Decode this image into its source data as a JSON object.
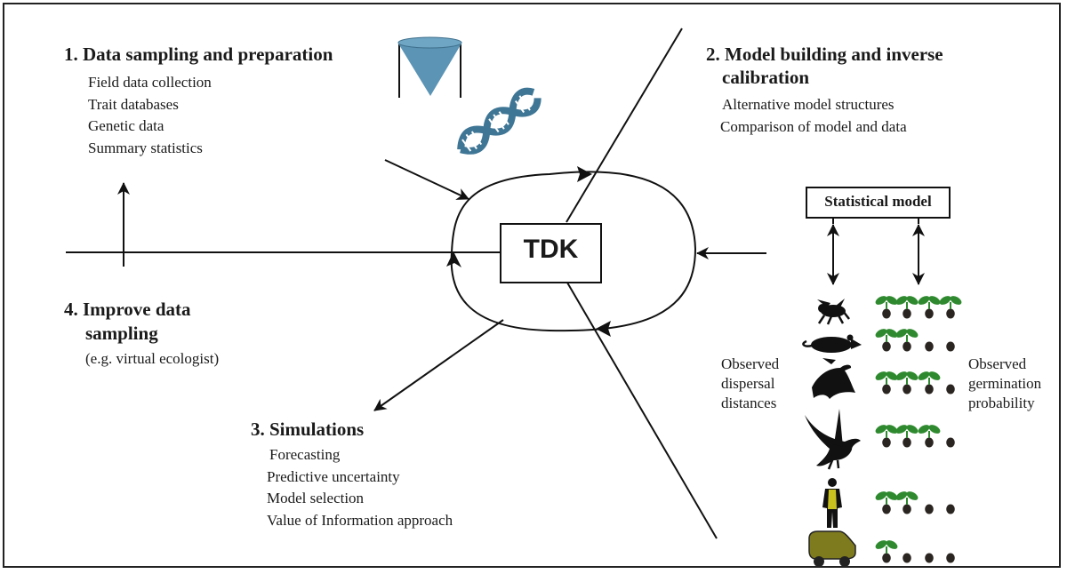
{
  "sections": {
    "s1": {
      "title": "1. Data sampling and preparation",
      "items": [
        "Field data collection",
        "Trait databases",
        "Genetic data",
        "Summary statistics"
      ]
    },
    "s2": {
      "title_lines": [
        "2. Model building and inverse",
        "calibration"
      ],
      "items": [
        "Alternative model structures",
        "Comparison of model and data"
      ]
    },
    "s3": {
      "title": "3. Simulations",
      "items": [
        "Forecasting",
        "Predictive uncertainty",
        "Model selection",
        "Value of Information approach"
      ]
    },
    "s4": {
      "title_lines": [
        "4. Improve data",
        "sampling"
      ],
      "items": [
        "(e.g. virtual ecologist)"
      ]
    }
  },
  "center": {
    "label": "TDK"
  },
  "statistical_model": {
    "label": "Statistical model"
  },
  "left_label": [
    "Observed",
    "dispersal",
    "distances"
  ],
  "right_label": [
    "Observed",
    "germination",
    "probability"
  ],
  "dispersers": [
    {
      "icon": "insect-icon",
      "germinated": 4
    },
    {
      "icon": "rodent-icon",
      "germinated": 2
    },
    {
      "icon": "bird-icon",
      "germinated": 3
    },
    {
      "icon": "large-bird-icon",
      "germinated": 3
    },
    {
      "icon": "person-icon",
      "germinated": 2
    },
    {
      "icon": "car-icon",
      "germinated": 1
    }
  ],
  "colors": {
    "funnel": "#5b94b5",
    "dna": "#3f7695",
    "leaf": "#2f8a2f",
    "seed": "#2a2520",
    "car": "#7e7a1e",
    "person_vest": "#c9c21e"
  }
}
